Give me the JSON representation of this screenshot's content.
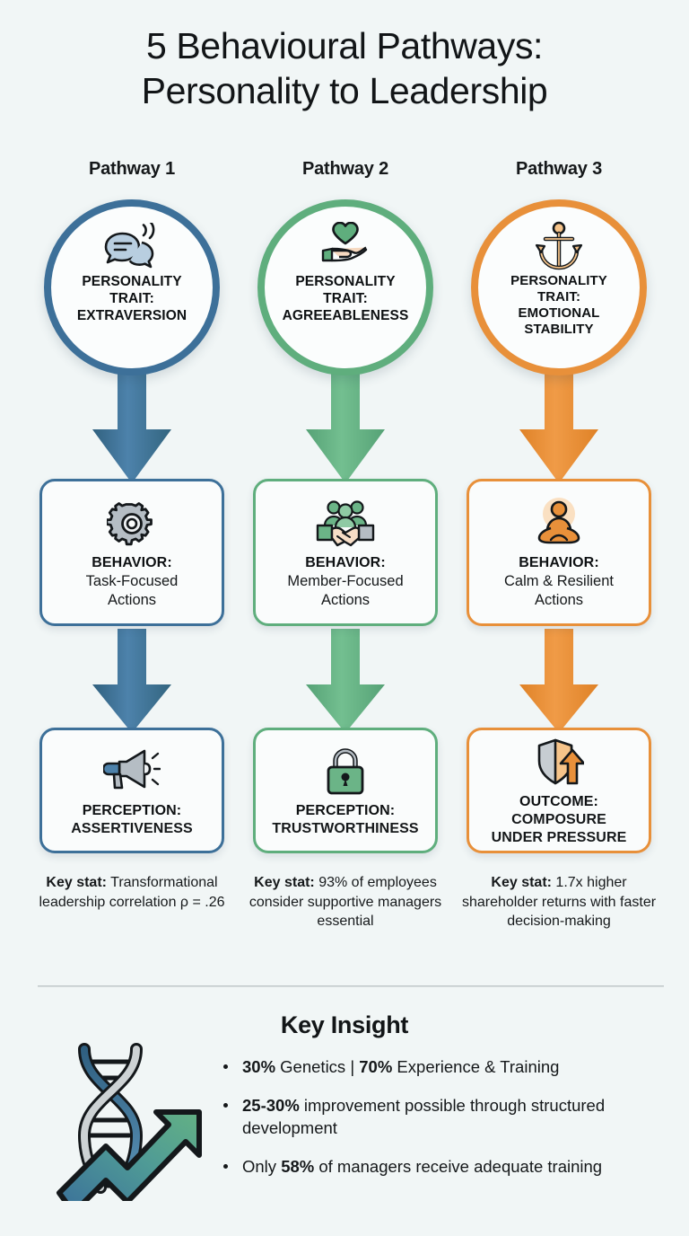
{
  "title": {
    "line1": "5 Behavioural Pathways:",
    "line2": "Personality to Leadership"
  },
  "colors": {
    "background": "#f1f6f6",
    "pathway1": "#3d7099",
    "pathway2": "#5fae7d",
    "pathway3": "#e8903a",
    "text": "#15181a",
    "divider": "#b9c0c2"
  },
  "pathways": [
    {
      "label": "Pathway 1",
      "accent": "#3d7099",
      "circle": {
        "icon": "speech-bubbles-icon",
        "line1": "PERSONALITY",
        "line2": "TRAIT:",
        "line3": "EXTRAVERSION"
      },
      "behavior": {
        "icon": "gear-icon",
        "heading": "BEHAVIOR:",
        "line1": "Task-Focused",
        "line2": "Actions"
      },
      "perception": {
        "icon": "megaphone-icon",
        "heading": "PERCEPTION:",
        "line1": "ASSERTIVENESS"
      },
      "stat": {
        "label": "Key stat:",
        "text": " Transformational leadership correlation ρ = .26"
      }
    },
    {
      "label": "Pathway 2",
      "accent": "#5fae7d",
      "circle": {
        "icon": "heart-in-hand-icon",
        "line1": "PERSONALITY",
        "line2": "TRAIT:",
        "line3": "AGREEABLENESS"
      },
      "behavior": {
        "icon": "handshake-team-icon",
        "heading": "BEHAVIOR:",
        "line1": "Member-Focused",
        "line2": "Actions"
      },
      "perception": {
        "icon": "lock-icon",
        "heading": "PERCEPTION:",
        "line1": "TRUSTWORTHINESS"
      },
      "stat": {
        "label": "Key stat:",
        "text": " 93% of employees consider supportive managers essential"
      }
    },
    {
      "label": "Pathway 3",
      "accent": "#e8903a",
      "circle": {
        "icon": "anchor-icon",
        "line1": "PERSONALITY",
        "line2": "TRAIT:",
        "line3": "EMOTIONAL",
        "line4": "STABILITY"
      },
      "behavior": {
        "icon": "meditation-icon",
        "heading": "BEHAVIOR:",
        "line1": "Calm & Resilient",
        "line2": "Actions"
      },
      "perception": {
        "icon": "shield-arrow-icon",
        "heading": "OUTCOME:",
        "line1": "COMPOSURE",
        "line2": "UNDER PRESSURE"
      },
      "stat": {
        "label": "Key stat:",
        "text": " 1.7x higher shareholder returns with faster decision-making"
      }
    }
  ],
  "key_insight": {
    "heading": "Key Insight",
    "icon": "dna-growth-arrow-icon",
    "bullets": [
      {
        "b1": "30%",
        "t1": " Genetics | ",
        "b2": "70%",
        "t2": " Experience & Training"
      },
      {
        "b1": "25-30%",
        "t1": " improvement possible through structured development",
        "b2": "",
        "t2": ""
      },
      {
        "b1": "",
        "t1": "Only ",
        "b2": "58%",
        "t2": " of managers receive adequate training"
      }
    ]
  }
}
